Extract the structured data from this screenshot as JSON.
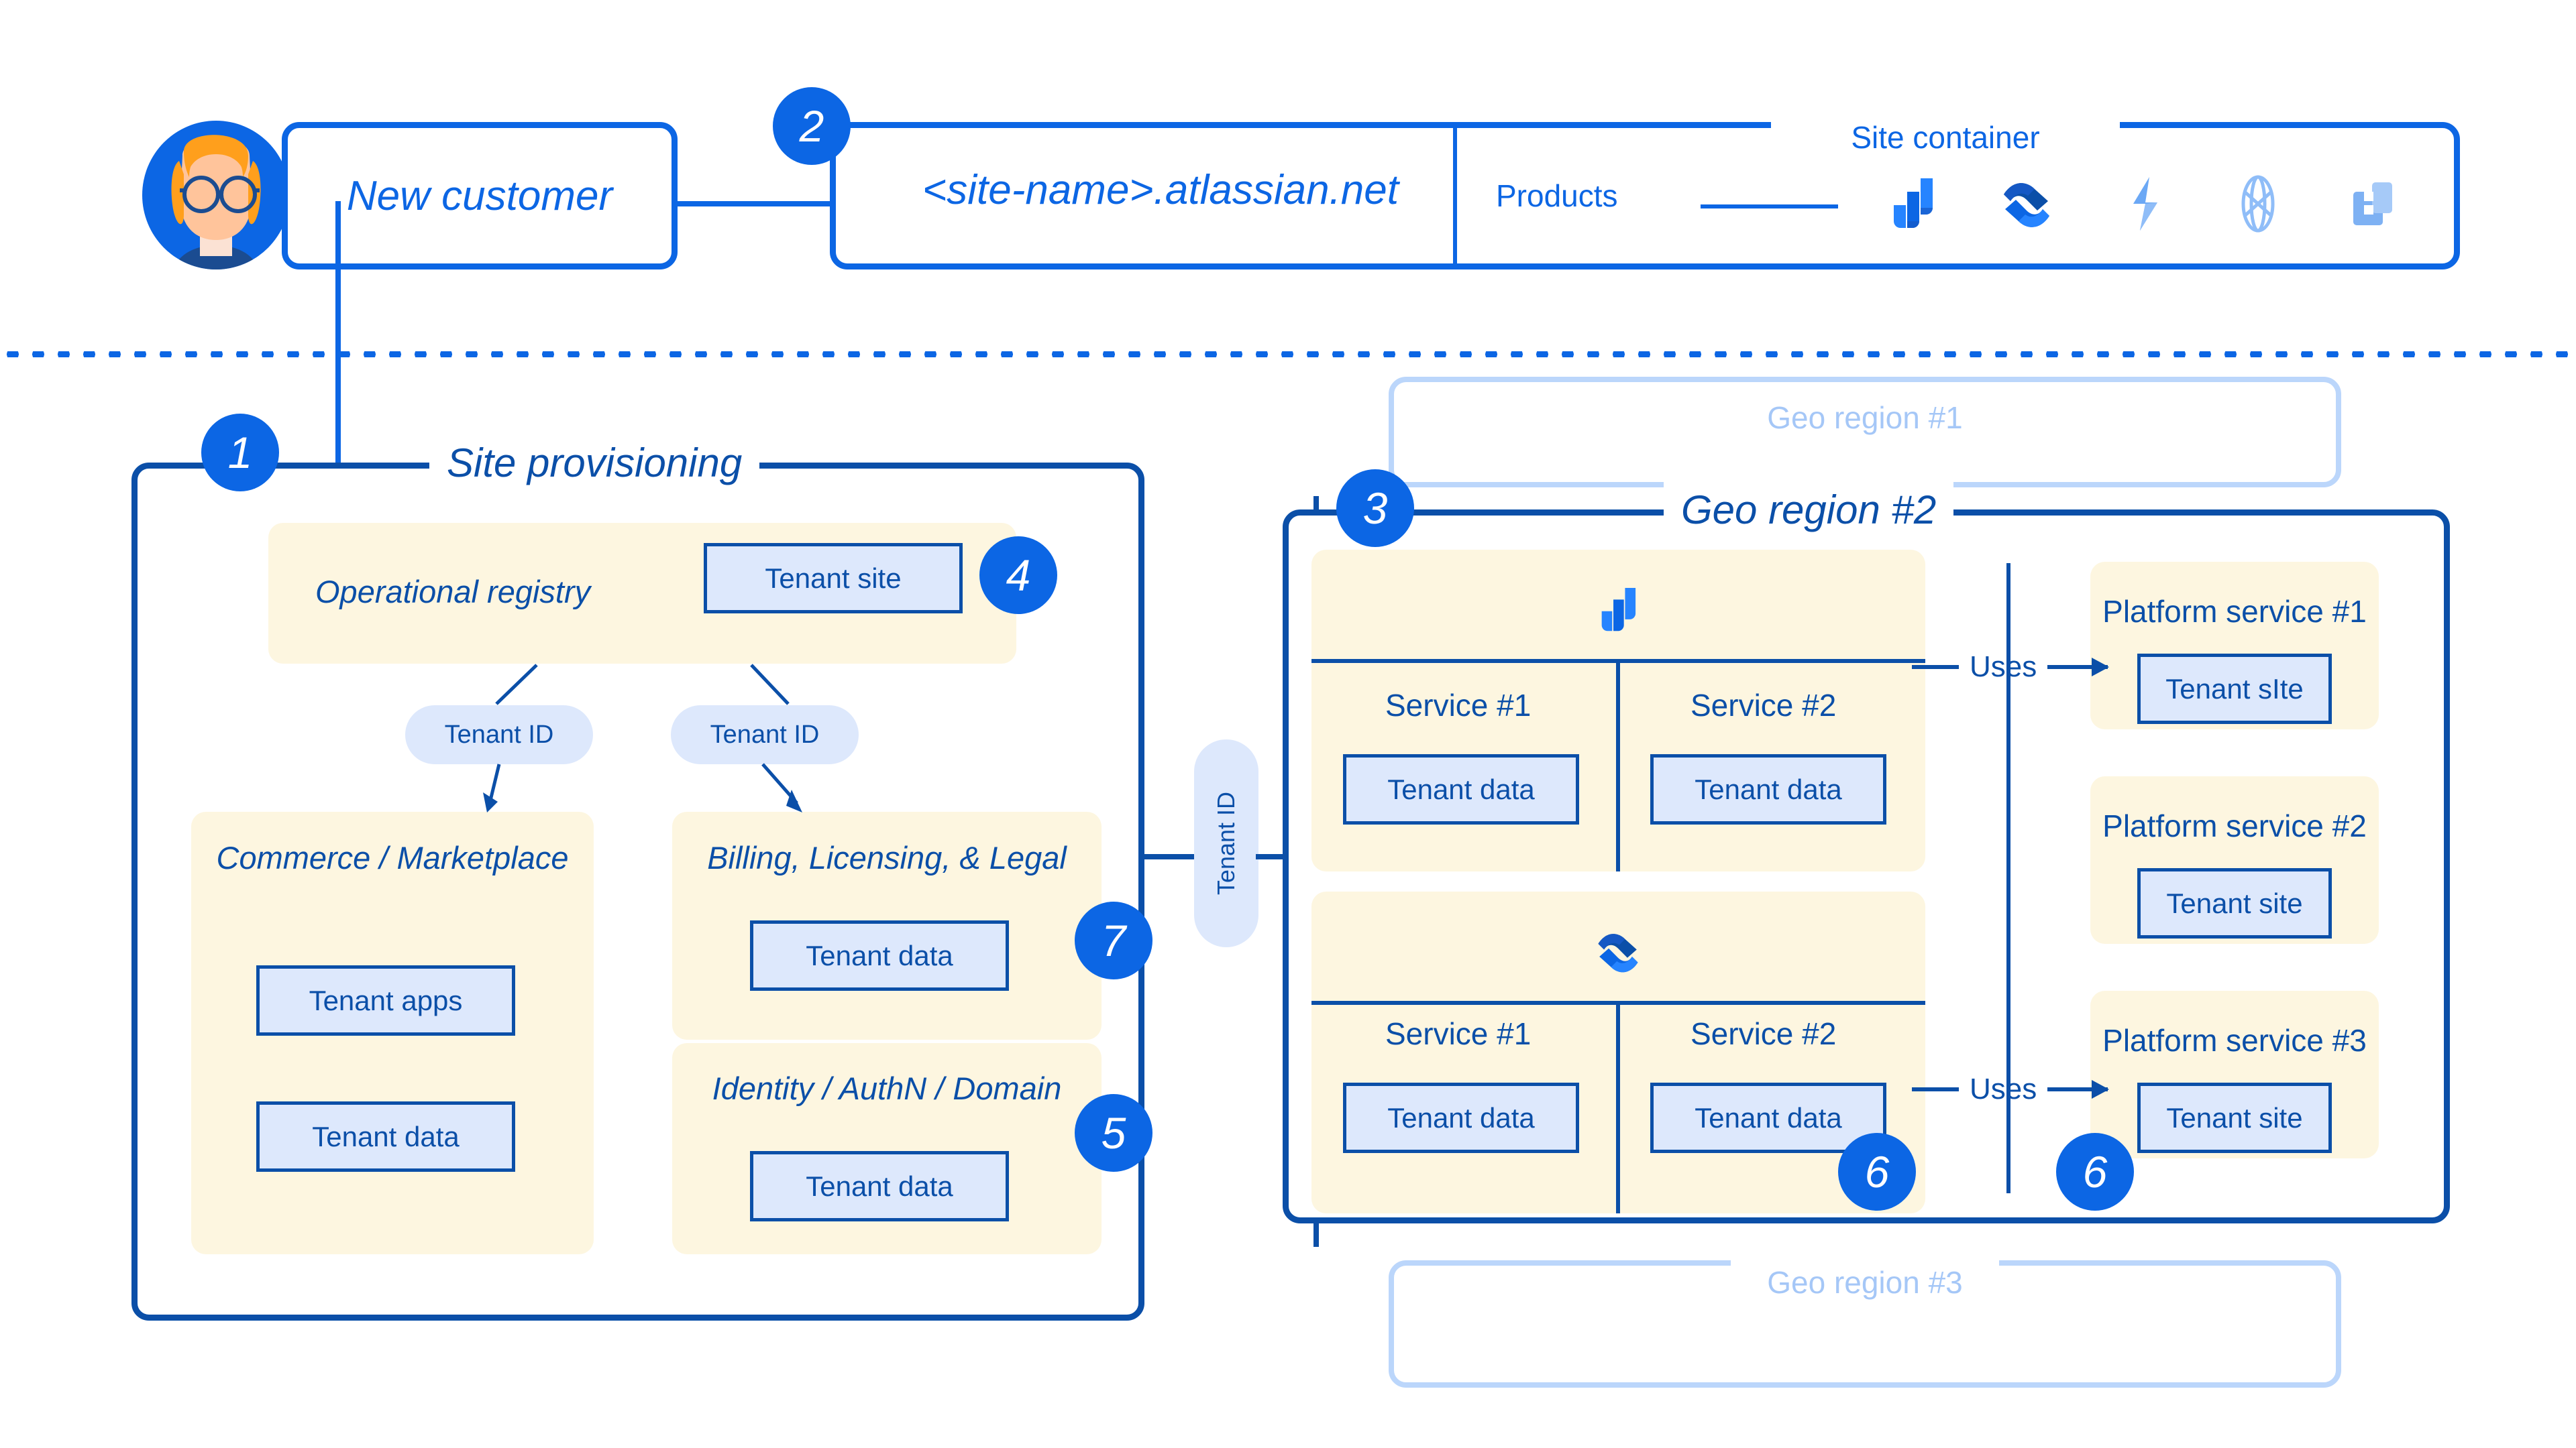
{
  "top": {
    "customer": {
      "label": "New customer"
    },
    "site_name": "<site-name>.atlassian.net",
    "site_container_caption": "Site container",
    "products_label": "Products",
    "product_icons": [
      "jira-icon",
      "confluence-icon",
      "jira-service-management-icon",
      "atlas-globe-icon",
      "bitbucket-icon"
    ]
  },
  "badges": {
    "b1": "1",
    "b2": "2",
    "b3": "3",
    "b4": "4",
    "b5": "5",
    "b6a": "6",
    "b6b": "6",
    "b7": "7"
  },
  "provisioning": {
    "caption": "Site provisioning",
    "operational_registry": {
      "title": "Operational registry",
      "tenant_site": "Tenant site"
    },
    "tenant_id_pills": [
      "Tenant ID",
      "Tenant ID"
    ],
    "commerce": {
      "title": "Commerce / Marketplace",
      "tenant_apps": "Tenant apps",
      "tenant_data": "Tenant data"
    },
    "billing": {
      "title": "Billing, Licensing, & Legal",
      "tenant_data": "Tenant data"
    },
    "identity": {
      "title": "Identity / AuthN / Domain",
      "tenant_data": "Tenant data"
    }
  },
  "connector": {
    "tenant_id": "Tenant ID"
  },
  "geo_regions": {
    "region1_caption": "Geo region #1",
    "region2_caption": "Geo region #2",
    "region3_caption": "Geo region #3"
  },
  "region2": {
    "products": [
      {
        "icon": "jira-icon",
        "services": [
          {
            "title": "Service #1",
            "tenant_data": "Tenant data"
          },
          {
            "title": "Service #2",
            "tenant_data": "Tenant data"
          }
        ]
      },
      {
        "icon": "confluence-icon",
        "services": [
          {
            "title": "Service #1",
            "tenant_data": "Tenant data"
          },
          {
            "title": "Service #2",
            "tenant_data": "Tenant data"
          }
        ]
      }
    ],
    "uses_label_1": "Uses",
    "uses_label_2": "Uses",
    "platform_services": [
      {
        "title": "Platform service #1",
        "tenant_site": "Tenant sIte"
      },
      {
        "title": "Platform service #2",
        "tenant_site": "Tenant site"
      },
      {
        "title": "Platform service #3",
        "tenant_site": "Tenant site"
      }
    ]
  },
  "colors": {
    "bright_blue": "#0C66E4",
    "navy": "#0B4FA8",
    "cream": "#FDF6E0",
    "light_blue_fill": "#DDE8FC",
    "ghost_blue": "#A5C7F7"
  }
}
